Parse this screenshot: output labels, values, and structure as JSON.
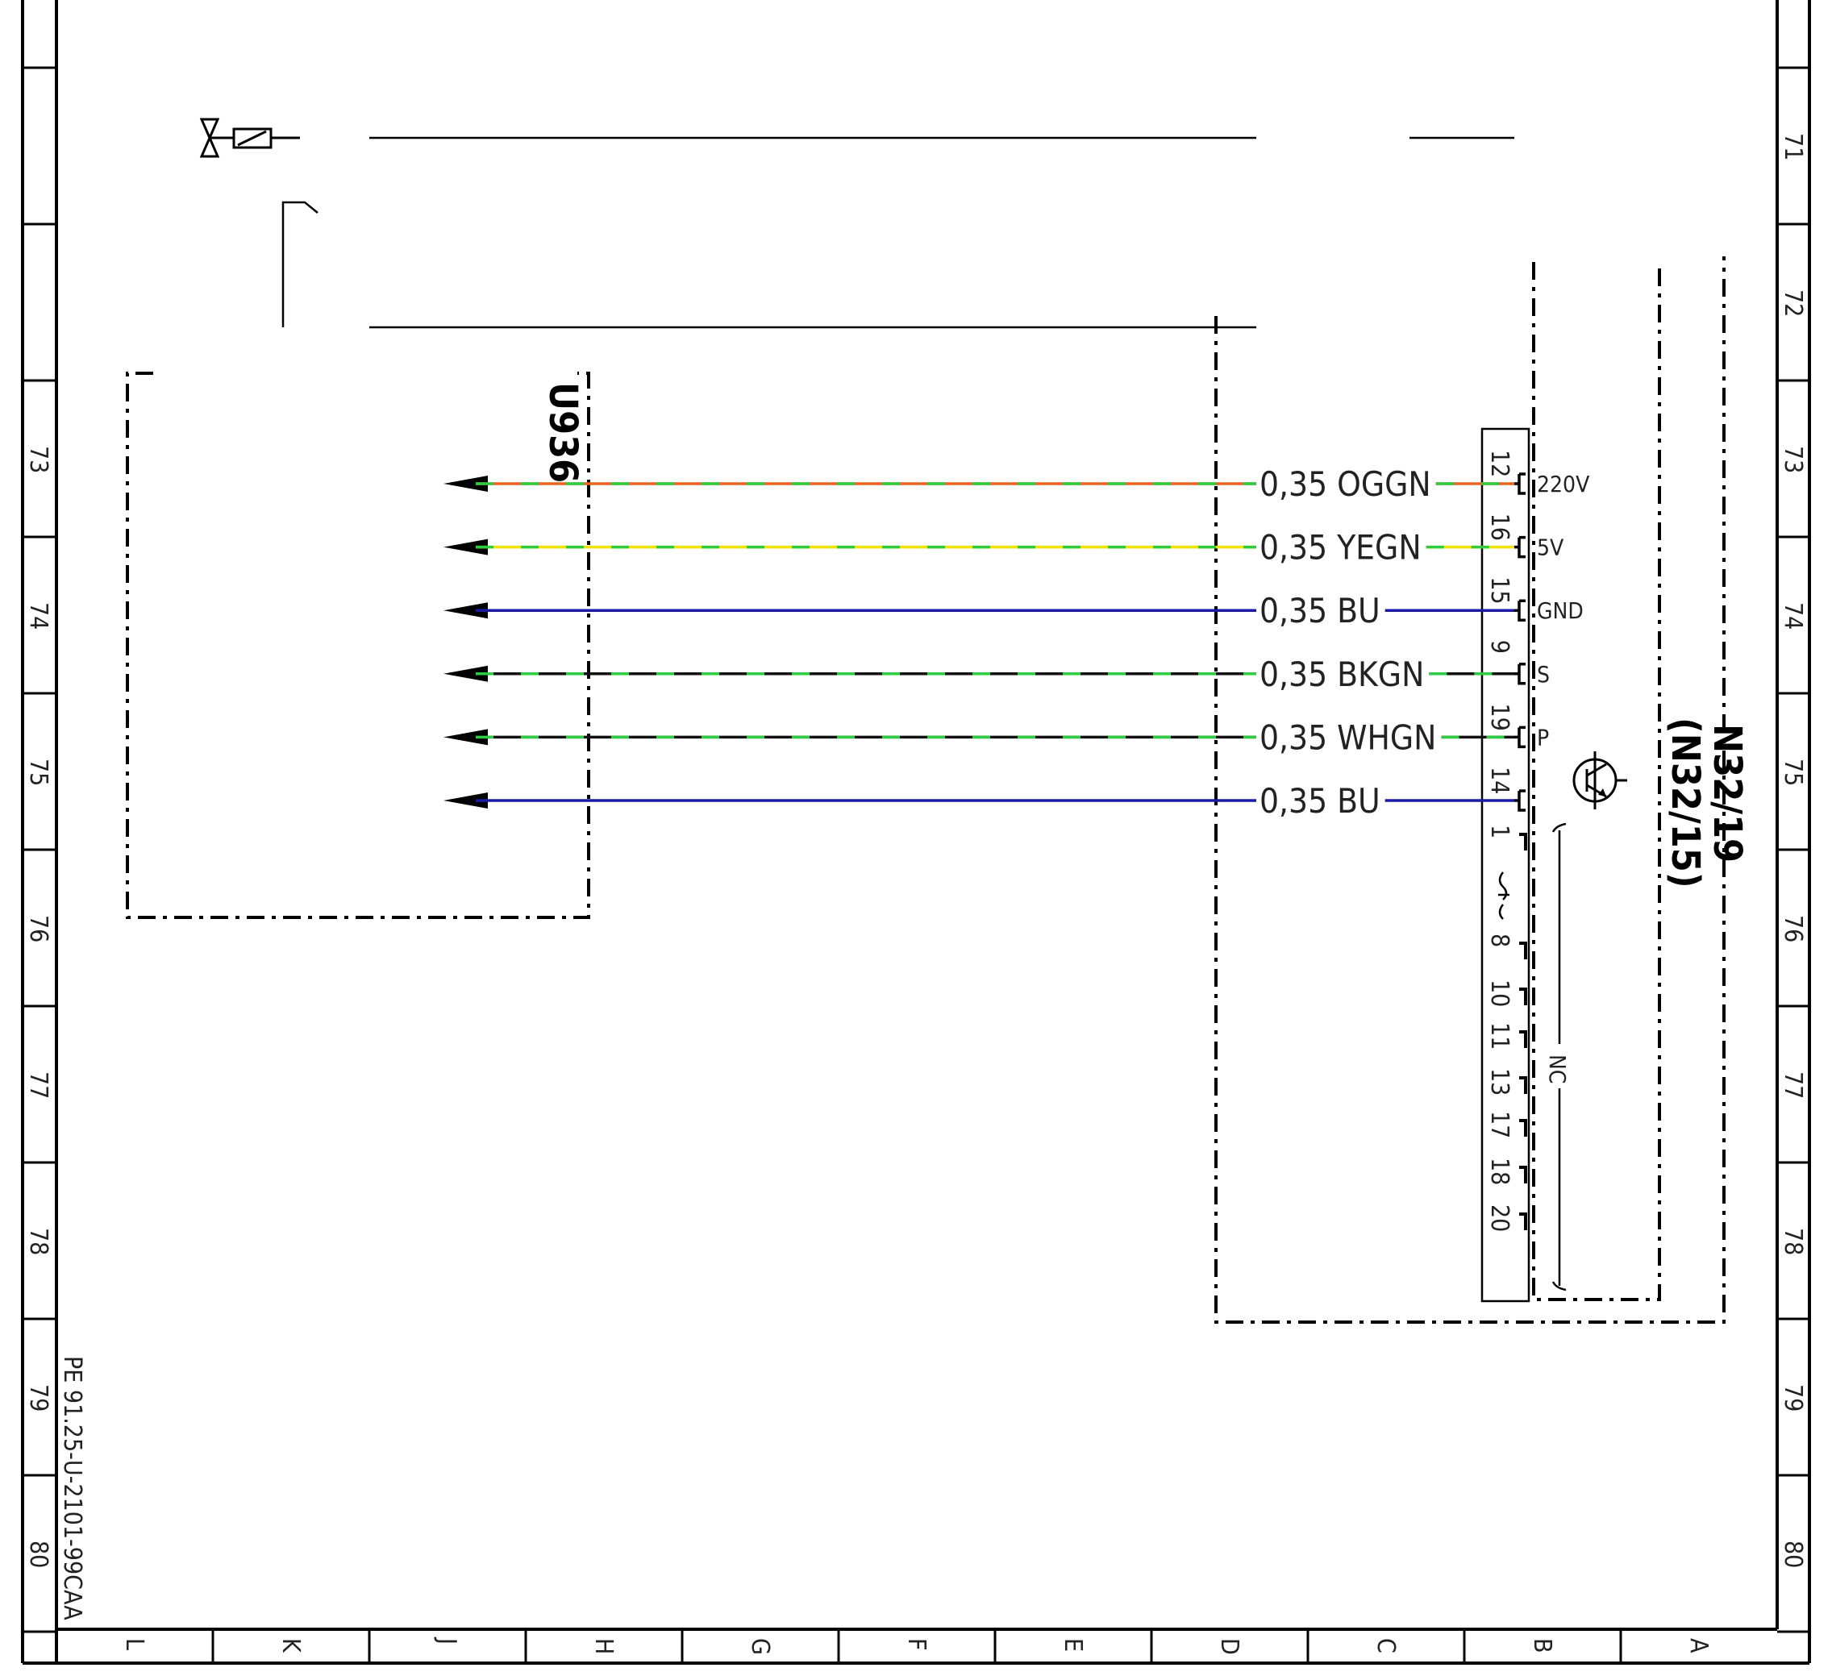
{
  "document_id": "PE 91.25-U-2101-99CAA",
  "row_labels": [
    "71",
    "72",
    "73",
    "74",
    "75",
    "76",
    "77",
    "78",
    "79",
    "80"
  ],
  "column_labels": [
    "L",
    "K",
    "J",
    "H",
    "G",
    "F",
    "E",
    "D",
    "C",
    "B",
    "A"
  ],
  "components": {
    "left_module": "U936",
    "right_module": "N32/19",
    "right_module_alt": "(N32/15)"
  },
  "wires": [
    {
      "cross_section": "0,35",
      "color_code": "OGGN",
      "pin": "12",
      "signal": "220V",
      "base_color": "#e8651f",
      "stripe_color": "#2ecc40"
    },
    {
      "cross_section": "0,35",
      "color_code": "YEGN",
      "pin": "16",
      "signal": "5V",
      "base_color": "#f2e200",
      "stripe_color": "#2ecc40"
    },
    {
      "cross_section": "0,35",
      "color_code": "BU",
      "pin": "15",
      "signal": "GND",
      "base_color": "#1a1aa8",
      "stripe_color": null
    },
    {
      "cross_section": "0,35",
      "color_code": "BKGN",
      "pin": "9",
      "signal": "S",
      "base_color": "#111111",
      "stripe_color": "#2ecc40"
    },
    {
      "cross_section": "0,35",
      "color_code": "WHGN",
      "pin": "19",
      "signal": "P",
      "base_color": "#111111",
      "stripe_color": "#2ecc40"
    },
    {
      "cross_section": "0,35",
      "color_code": "BU",
      "pin": "14",
      "signal": "",
      "base_color": "#1a1aa8",
      "stripe_color": null
    }
  ],
  "unused_pins": [
    "1",
    "8",
    "10",
    "11",
    "13",
    "17",
    "18",
    "20"
  ],
  "unused_label": "NC",
  "icons": {
    "solenoid": "solenoid-valve-icon",
    "sensor": "transistor-icon"
  }
}
